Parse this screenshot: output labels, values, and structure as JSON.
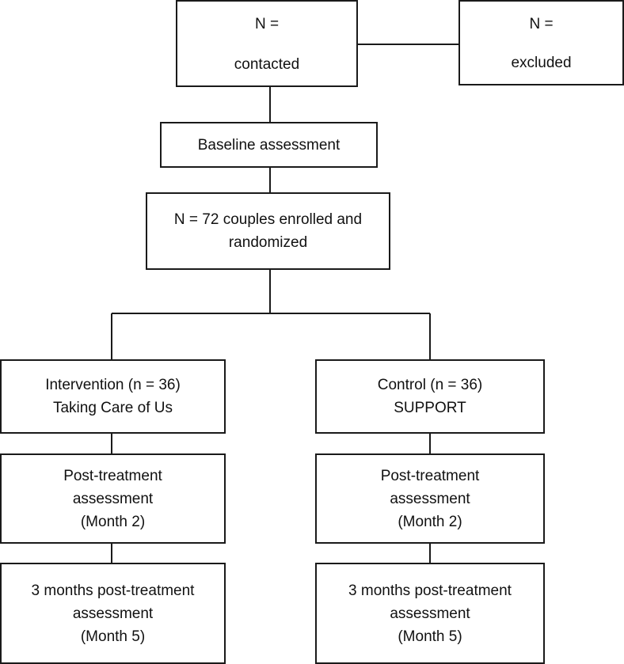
{
  "flowchart": {
    "contacted": {
      "line1": "N =",
      "line2": "contacted"
    },
    "excluded": {
      "line1": "N =",
      "line2": "excluded"
    },
    "baseline": {
      "label": "Baseline assessment"
    },
    "enrolled": {
      "line1": "N = 72 couples enrolled and",
      "line2": "randomized"
    },
    "intervention": {
      "line1": "Intervention (n = 36)",
      "line2": "Taking Care of Us"
    },
    "control": {
      "line1": "Control (n = 36)",
      "line2": "SUPPORT"
    },
    "post_treatment_intervention": {
      "line1": "Post-treatment",
      "line2": "assessment",
      "line3": "(Month 2)"
    },
    "post_treatment_control": {
      "line1": "Post-treatment",
      "line2": "assessment",
      "line3": "(Month 2)"
    },
    "followup_intervention": {
      "line1": "3 months post-treatment",
      "line2": "assessment",
      "line3": "(Month 5)"
    },
    "followup_control": {
      "line1": "3 months post-treatment",
      "line2": "assessment",
      "line3": "(Month 5)"
    }
  }
}
